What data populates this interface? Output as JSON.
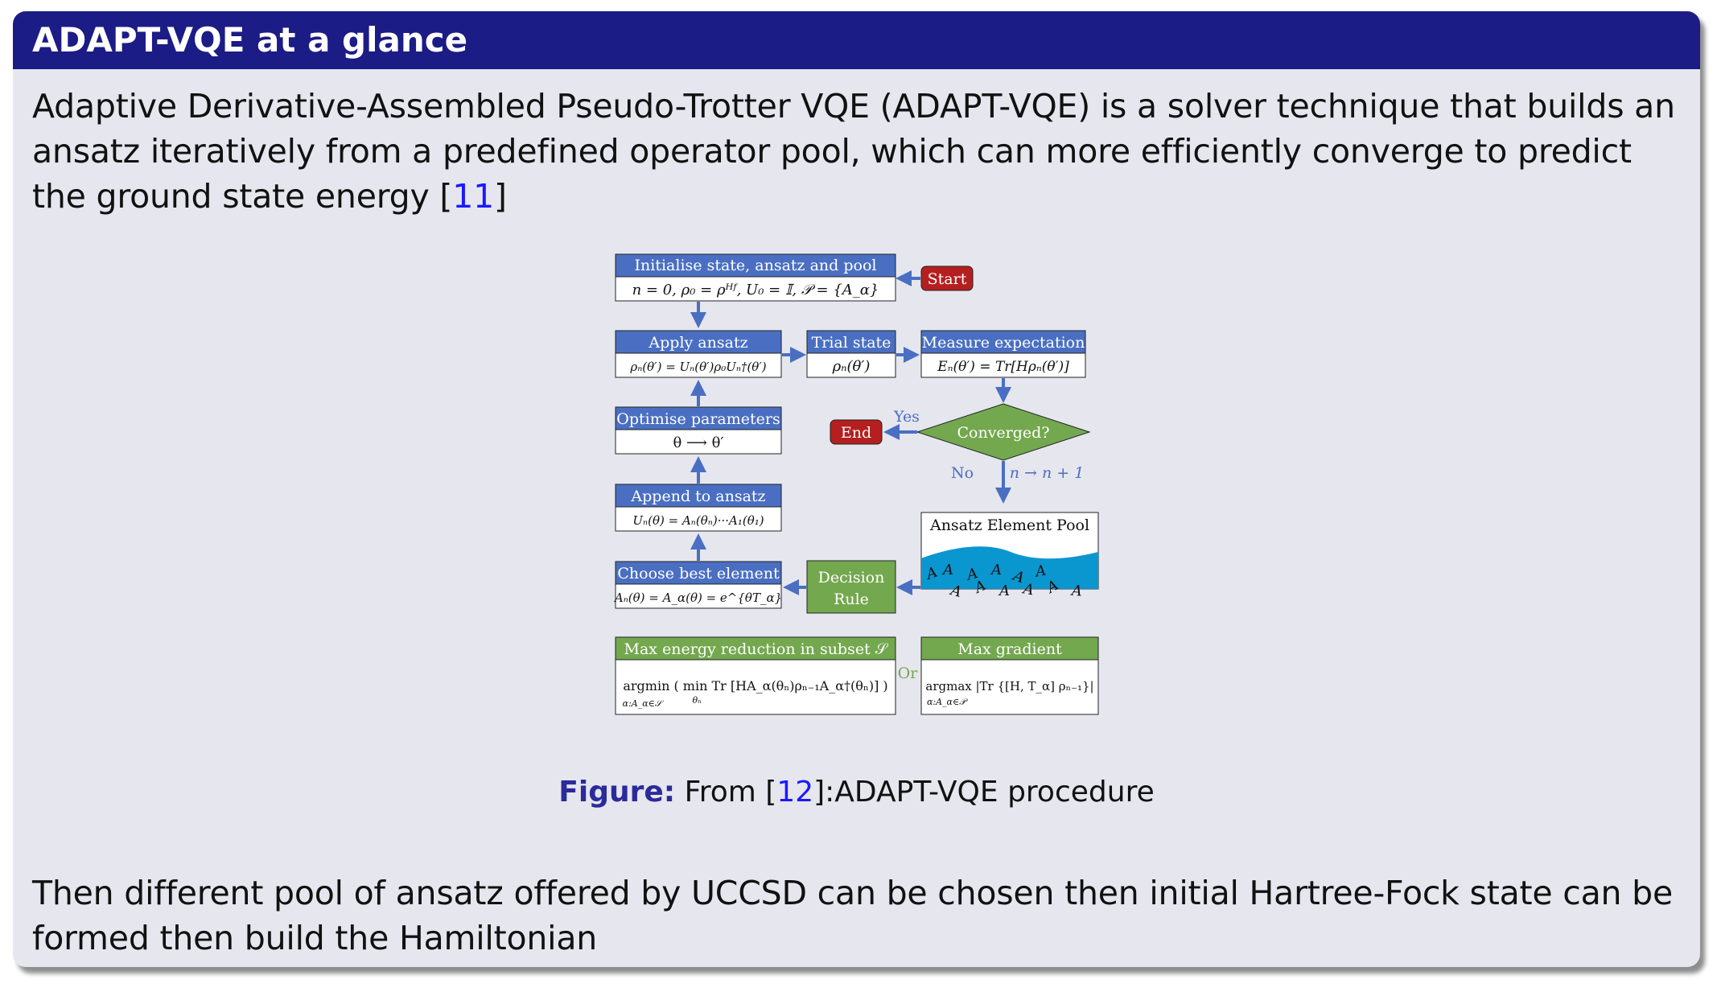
{
  "block": {
    "title": "ADAPT-VQE at a glance",
    "intro_text": "Adaptive Derivative-Assembled Pseudo-Trotter VQE (ADAPT-VQE) is a solver technique that builds an ansatz iteratively from a predefined operator pool, which can more efficiently converge to predict the ground state energy [",
    "intro_cite": "11",
    "intro_end": "]",
    "outro_text": "Then different pool of ansatz offered by UCCSD can be chosen then initial Hartree-Fock state can be formed then build the Hamiltonian"
  },
  "figure": {
    "caption_label": "Figure:",
    "caption_pre": "From [",
    "caption_cite": "12",
    "caption_post": "]:ADAPT-VQE procedure"
  },
  "diagram": {
    "init": {
      "header": "Initialise state, ansatz and pool",
      "body": "n = 0, ρ₀ = ρᴴᶠ, U₀ = 𝕀, 𝒫 = {A_α}"
    },
    "start": "Start",
    "apply": {
      "header": "Apply ansatz",
      "body": "ρₙ(θ′) = Uₙ(θ′)ρ₀Uₙ†(θ′)"
    },
    "trial": {
      "header": "Trial state",
      "body": "ρₙ(θ′)"
    },
    "measure": {
      "header": "Measure expectation",
      "body": "Eₙ(θ′) = Tr[Hρₙ(θ′)]"
    },
    "optimise": {
      "header": "Optimise parameters",
      "body": "θ ⟶ θ′"
    },
    "converged": "Converged?",
    "end": "End",
    "yes": "Yes",
    "no": "No",
    "increment": "n → n + 1",
    "append": {
      "header": "Append to ansatz",
      "body": "Uₙ(θ) = Aₙ(θₙ)···A₁(θ₁)"
    },
    "pool": {
      "title": "Ansatz Element Pool",
      "symbol": "A"
    },
    "choose": {
      "header": "Choose best element",
      "body": "Aₙ(θ) = A_α(θ) = e^{θT_α}"
    },
    "decision": {
      "line1": "Decision",
      "line2": "Rule"
    },
    "max_energy": {
      "header": "Max energy reduction in subset 𝒮",
      "body": "argmin ( min Tr [HA_α(θₙ)ρₙ₋₁A_α†(θₙ)] )",
      "sub1": "α:A_α∈𝒮",
      "sub2": "θₙ"
    },
    "or": "Or",
    "max_gradient": {
      "header": "Max gradient",
      "body": "argmax |Tr {[H, T_α] ρₙ₋₁}|",
      "sub": "α:A_α∈𝒫"
    }
  },
  "colors": {
    "title_bar": "#1b1c85",
    "block_bg": "#e6e6ee",
    "box_blue": "#4a6fc2",
    "box_green": "#73a84e",
    "box_red": "#b51f1f",
    "arrow": "#4a6fc2",
    "pool_water": "#0a96cf",
    "cite": "#1a1aff"
  }
}
